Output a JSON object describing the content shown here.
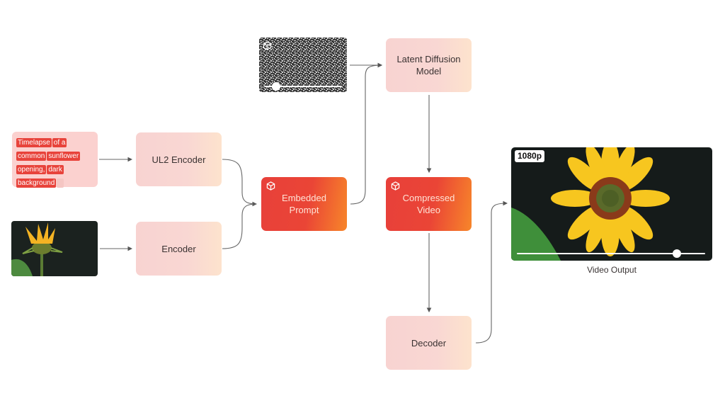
{
  "diagram": {
    "inputs": {
      "text_prompt": {
        "tokens": [
          "Timelapse",
          "of a",
          "common",
          "sunflower",
          "opening,",
          "dark",
          "background"
        ]
      },
      "image_input": {
        "alt": "sunflower-bud-image"
      },
      "noise_input": {
        "alt": "random-noise-frame"
      }
    },
    "nodes": {
      "ul2_encoder": "UL2 Encoder",
      "encoder": "Encoder",
      "embedded_prompt": "Embedded\nPrompt",
      "latent_diffusion": "Latent Diffusion\nModel",
      "compressed_video": "Compressed\nVideo",
      "decoder": "Decoder"
    },
    "output": {
      "badge": "1080p",
      "caption": "Video Output",
      "playback_progress": 0.85
    },
    "noise_playback_progress": 0.15,
    "colors": {
      "light_node_start": "#f8d3d1",
      "light_node_end": "#fde3cd",
      "hot_node_start": "#e8403a",
      "hot_node_end": "#f7862a",
      "token_bg": "#e8433b",
      "prompt_bg": "#fbd1cf",
      "wire": "#555555"
    }
  }
}
